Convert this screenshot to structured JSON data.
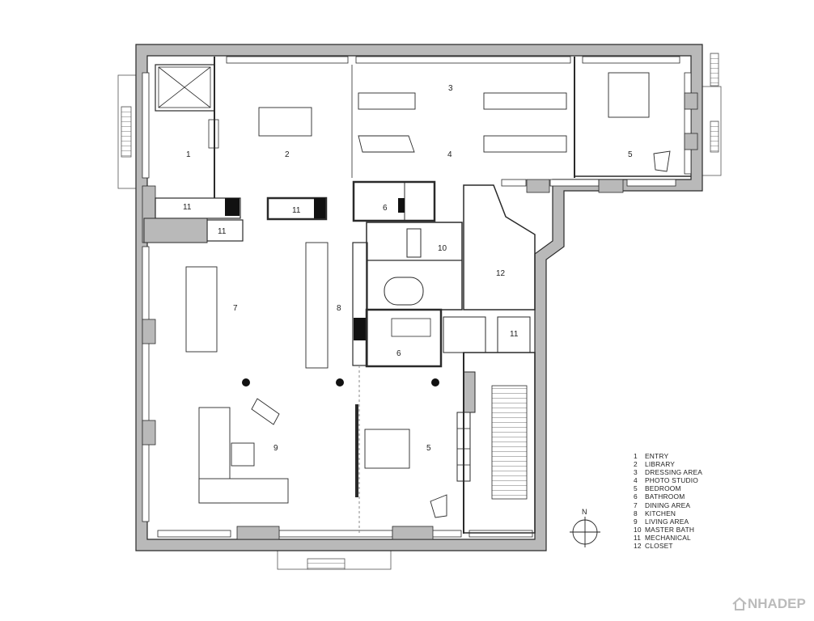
{
  "room_labels": [
    {
      "id": "entry",
      "text": "1"
    },
    {
      "id": "library",
      "text": "2"
    },
    {
      "id": "dressing",
      "text": "3"
    },
    {
      "id": "studio",
      "text": "4"
    },
    {
      "id": "bedroom-ne",
      "text": "5"
    },
    {
      "id": "bath-top",
      "text": "6"
    },
    {
      "id": "mech-a",
      "text": "11"
    },
    {
      "id": "mech-b",
      "text": "11"
    },
    {
      "id": "mech-c",
      "text": "11"
    },
    {
      "id": "master-bath",
      "text": "10"
    },
    {
      "id": "closet",
      "text": "12"
    },
    {
      "id": "dining",
      "text": "7"
    },
    {
      "id": "kitchen",
      "text": "8"
    },
    {
      "id": "bath-mid",
      "text": "6"
    },
    {
      "id": "mech-d",
      "text": "11"
    },
    {
      "id": "living",
      "text": "9"
    },
    {
      "id": "bedroom-s",
      "text": "5"
    }
  ],
  "legend": [
    {
      "num": "1",
      "label": "ENTRY"
    },
    {
      "num": "2",
      "label": "LIBRARY"
    },
    {
      "num": "3",
      "label": "DRESSING AREA"
    },
    {
      "num": "4",
      "label": "PHOTO STUDIO"
    },
    {
      "num": "5",
      "label": "BEDROOM"
    },
    {
      "num": "6",
      "label": "BATHROOM"
    },
    {
      "num": "7",
      "label": "DINING AREA"
    },
    {
      "num": "8",
      "label": "KITCHEN"
    },
    {
      "num": "9",
      "label": "LIVING AREA"
    },
    {
      "num": "10",
      "label": "MASTER BATH"
    },
    {
      "num": "11",
      "label": "MECHANICAL"
    },
    {
      "num": "12",
      "label": "CLOSET"
    }
  ],
  "north_label": "N",
  "watermark": "NHADEP",
  "colors": {
    "wall": "#b9b9b9",
    "line": "#2a2a2a",
    "dark": "#111111"
  }
}
